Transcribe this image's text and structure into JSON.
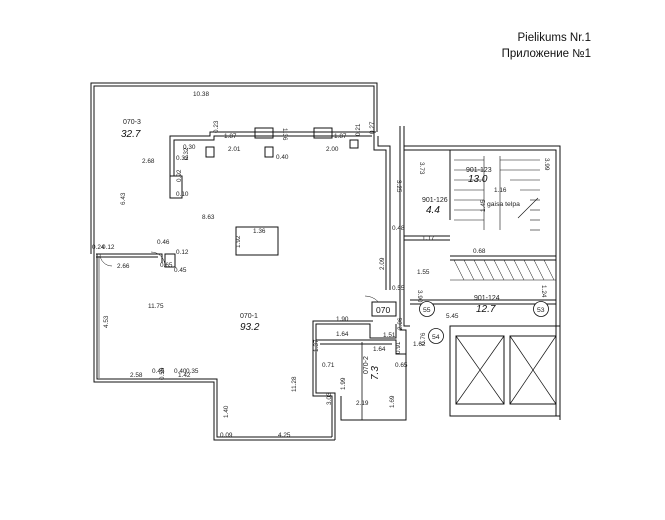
{
  "header": {
    "line1": "Pielikums Nr.1",
    "line2": "Приложение №1"
  },
  "rooms": {
    "r0703": {
      "id": "070-3",
      "area": "32.7"
    },
    "r0701": {
      "id": "070-1",
      "area": "93.2"
    },
    "r0702": {
      "id": "070-2",
      "area": "7.3"
    },
    "r901123": {
      "id": "901-123",
      "area": "13.0"
    },
    "r901126": {
      "id": "901-126",
      "area": "4.4"
    },
    "r901124": {
      "id": "901-124",
      "area": "12.7"
    }
  },
  "labels": {
    "unit_box": "070",
    "gaisa": "gaisa telpa",
    "c55": "55",
    "c54": "54",
    "c53": "53"
  },
  "dims": {
    "d1038": "10.38",
    "d268": "2.68",
    "d643": "6.43",
    "d863": "8.63",
    "d136": "1.36",
    "d1175": "11.75",
    "d453": "4.53",
    "d266": "2.66",
    "d258": "2.58",
    "d142": "1.42",
    "d140": "1.40",
    "d425": "4.25",
    "d1128": "11.28",
    "d303": "3.03",
    "d219": "2.19",
    "d199": "1.99",
    "d169": "1.69",
    "d190": "1.90",
    "d164a": "1.64",
    "d164b": "1.64",
    "d151": "1.51",
    "d137": "1.37",
    "d187a": "1.87",
    "d187b": "1.87",
    "d201": "2.01",
    "d200": "2.00",
    "d136b": "1.36",
    "d325": "3.25",
    "d373": "3.73",
    "d116": "1.16",
    "d145": "1.45",
    "d399": "3.99",
    "d117": "1.17",
    "d155": "1.55",
    "d068": "0.68",
    "d545": "5.45",
    "d162": "1.62",
    "d124": "1.24",
    "d206": "2.06",
    "d390": "3.90",
    "d209": "2.09",
    "d048": "0.48",
    "d091": "0.91",
    "d055": "0.55",
    "d076": "0.76",
    "d071": "0.71",
    "d065": "0.65",
    "d040a": "0.40",
    "d040b": "0.40",
    "d032a": "0.32",
    "d032b": "0.32",
    "d010": "0.10",
    "d092": "0.92",
    "d021": "0.21",
    "d023": "0.23",
    "d030": "0.30",
    "d024": "0.24",
    "d012": "0.12",
    "d046": "0.46",
    "d012b": "0.12",
    "d045": "0.45",
    "d045b": "0.45",
    "d035": "0.35",
    "d059": "0.59",
    "d027": "0.27",
    "d009": "0.09",
    "d192": "1.92",
    "d065b": "0.65"
  }
}
